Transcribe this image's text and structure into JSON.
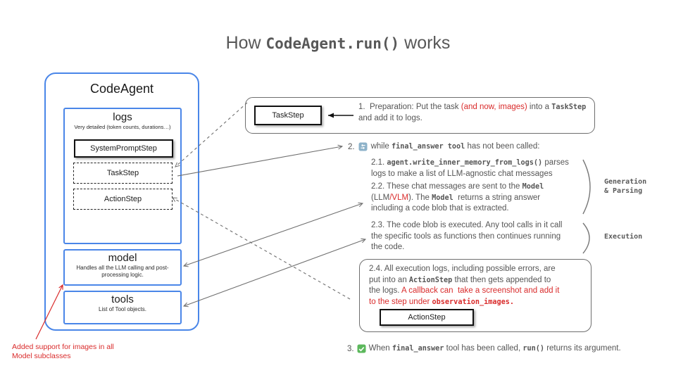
{
  "title": {
    "prefix": "How ",
    "code": "CodeAgent.run()",
    "suffix": " works"
  },
  "colors": {
    "accent_blue": "#4a86e8",
    "accent_red": "#d92b2b",
    "body_gray": "#555555",
    "border_gray": "#6e6e6e",
    "loop_icon_bg": "#8db2c9",
    "check_icon_bg": "#5cb85c"
  },
  "agent_box": {
    "title": "CodeAgent",
    "logs": {
      "title": "logs",
      "subtitle": "Very detailed (token counts, durations…)",
      "steps": [
        {
          "label": "SystemPromptStep",
          "style": "solid"
        },
        {
          "label": "TaskStep",
          "style": "dashed"
        },
        {
          "label": "ActionStep",
          "style": "dashed"
        }
      ]
    },
    "model": {
      "title": "model",
      "subtitle": "Handles all the LLM calling and post-processing logic."
    },
    "tools": {
      "title": "tools",
      "subtitle": "List of Tool objects."
    }
  },
  "annotation": {
    "text": "Added support for images in all\nModel subclasses"
  },
  "steps": {
    "step1": {
      "box_label": "TaskStep",
      "rich": [
        {
          "t": "1.  Preparation: Put the task ",
          "s": "p"
        },
        {
          "t": "(and now, images)",
          "s": "r"
        },
        {
          "t": " into a ",
          "s": "p"
        },
        {
          "t": "TaskStep",
          "s": "m"
        },
        {
          "t": "\nand add it to logs.",
          "s": "p"
        }
      ]
    },
    "step2": {
      "num": "2.",
      "icon": "loop-icon",
      "rich": [
        {
          "t": "while ",
          "s": "p"
        },
        {
          "t": "final_answer tool",
          "s": "m"
        },
        {
          "t": " has not been called:",
          "s": "p"
        }
      ]
    },
    "step21": {
      "rich": [
        {
          "t": "2.1. ",
          "s": "p"
        },
        {
          "t": "agent.write_inner_memory_from_logs()",
          "s": "m"
        },
        {
          "t": " parses\nlogs to make a list of LLM-agnostic chat messages",
          "s": "p"
        }
      ]
    },
    "step22": {
      "rich": [
        {
          "t": "2.2. These chat messages are sent to the ",
          "s": "p"
        },
        {
          "t": "Model",
          "s": "m"
        },
        {
          "t": "\n(LLM",
          "s": "p"
        },
        {
          "t": "/VLM",
          "s": "r"
        },
        {
          "t": "). The ",
          "s": "p"
        },
        {
          "t": "Model",
          "s": "m"
        },
        {
          "t": "  returns a string answer\nincluding a code blob that is extracted.",
          "s": "p"
        }
      ]
    },
    "step23": {
      "rich": [
        {
          "t": "2.3. The code blob is executed. Any tool calls in it call\nthe specific tools as functions then continues running\nthe code.",
          "s": "p"
        }
      ]
    },
    "step24": {
      "box_label": "ActionStep",
      "rich": [
        {
          "t": "2.4. All execution logs, including possible errors, are\nput into an ",
          "s": "p"
        },
        {
          "t": "ActionStep",
          "s": "m"
        },
        {
          "t": " that then gets appended to\nthe logs. ",
          "s": "p"
        },
        {
          "t": "A callback can  take a screenshot and add it\nto the step under ",
          "s": "r"
        },
        {
          "t": "observation_images.",
          "s": "rm"
        }
      ]
    },
    "step3": {
      "num": "3.",
      "icon": "check-icon",
      "rich": [
        {
          "t": "When ",
          "s": "p"
        },
        {
          "t": "final_answer",
          "s": "m"
        },
        {
          "t": " tool has been called, ",
          "s": "p"
        },
        {
          "t": "run()",
          "s": "m"
        },
        {
          "t": " returns its argument.",
          "s": "p"
        }
      ]
    },
    "labels": {
      "generation": "Generation\n& Parsing",
      "execution": "Execution"
    }
  }
}
